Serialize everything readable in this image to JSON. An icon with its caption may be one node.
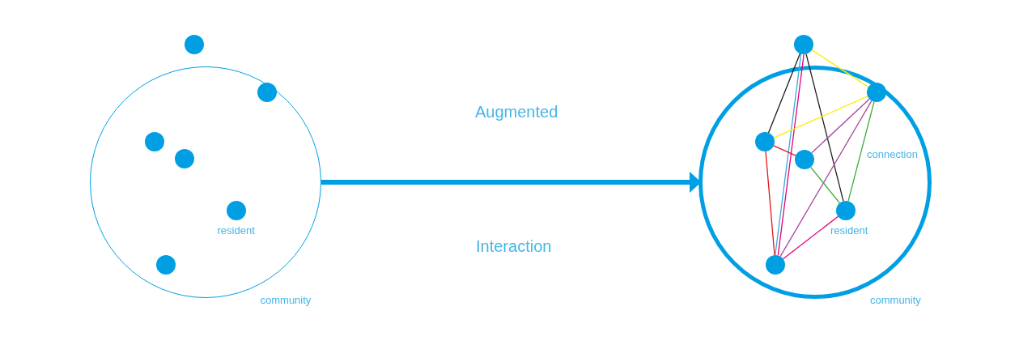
{
  "diagram": {
    "nodes": [
      {
        "text": [
          "community"
        ]
      },
      {
        "text": [],
        "shape": "circle"
      },
      {
        "text": [],
        "shape": "circle",
        "in": 0
      },
      {
        "text": [],
        "shape": "circle",
        "in": 0
      },
      {
        "text": [],
        "shape": "circle",
        "in": 0
      },
      {
        "text": [],
        "shape": "circle",
        "in": 0,
        "beside": [
          "resident"
        ]
      },
      {
        "text": [],
        "shape": "circle",
        "in": 0
      },
      {
        "text": [
          "community"
        ]
      },
      {
        "text": [],
        "shape": "circle"
      },
      {
        "text": [],
        "shape": "circle",
        "in": 7
      },
      {
        "text": [],
        "shape": "circle",
        "in": 7
      },
      {
        "text": [],
        "shape": "circle",
        "in": 7
      },
      {
        "text": [],
        "shape": "circle",
        "in": 7,
        "beside": [
          "resident"
        ]
      },
      {
        "text": [],
        "shape": "circle",
        "in": 7
      }
    ],
    "edges": [
      {
        "from": 0,
        "to": 7,
        "arrow": "to",
        "style": "thick",
        "color": "#009fe3"
      },
      {
        "from": 8,
        "to": 9,
        "arrow": "none",
        "color": "#ffed00"
      },
      {
        "from": 8,
        "to": 10,
        "arrow": "none",
        "color": "#1d1d1b"
      },
      {
        "from": 8,
        "to": 12,
        "arrow": "none",
        "color": "#1d1d1b"
      },
      {
        "from": 8,
        "to": 13,
        "arrow": "none",
        "color": "#e5007d"
      },
      {
        "from": 8,
        "to": 13,
        "arrow": "none",
        "color": "#36a9e1"
      },
      {
        "from": 9,
        "to": 10,
        "arrow": "none",
        "color": "#ffed00"
      },
      {
        "from": 9,
        "to": 11,
        "arrow": "none",
        "color": "#a9479b"
      },
      {
        "from": 9,
        "to": 12,
        "arrow": "none",
        "color": "#3aaa35"
      },
      {
        "from": 9,
        "to": 13,
        "arrow": "none",
        "color": "#a9479b"
      },
      {
        "from": 10,
        "to": 11,
        "arrow": "none",
        "color": "#e3161b"
      },
      {
        "from": 10,
        "to": 13,
        "arrow": "none",
        "color": "#e3161b"
      },
      {
        "from": 11,
        "to": 12,
        "arrow": "none",
        "color": "#3aaa35"
      },
      {
        "from": 12,
        "to": 13,
        "arrow": "none",
        "color": "#e5007d"
      }
    ],
    "labels": [
      "Augmented",
      "Interaction",
      "connection"
    ]
  }
}
